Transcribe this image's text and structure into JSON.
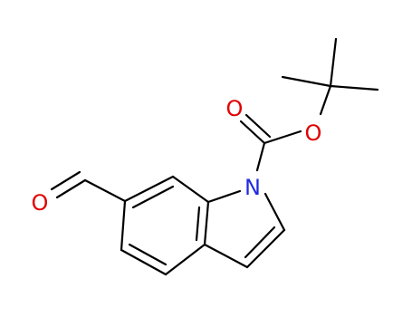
{
  "diagram": {
    "type": "chemical-structure",
    "atoms": {
      "oxygen_ester_carbonyl": "O",
      "oxygen_ester_ether": "O",
      "oxygen_aldehyde": "O",
      "nitrogen_indole": "N"
    },
    "colors": {
      "carbon_bonds": "#000000",
      "oxygen": "#e00000",
      "nitrogen": "#1f2be0",
      "background": "#ffffff"
    }
  }
}
